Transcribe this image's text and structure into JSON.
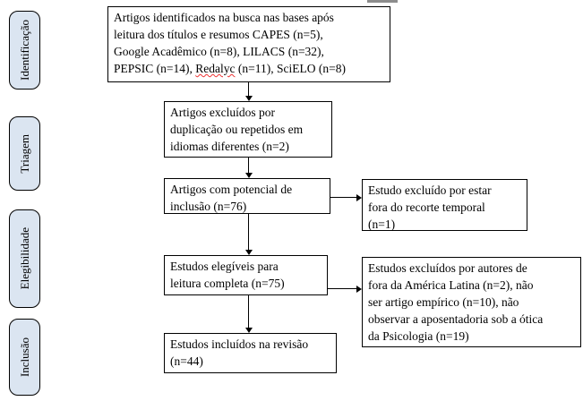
{
  "diagram": {
    "type": "prisma-flow",
    "stage_labels": [
      {
        "label": "Identificação"
      },
      {
        "label": "Triagem"
      },
      {
        "label": "Elegibilidade"
      },
      {
        "label": "Inclusão"
      }
    ],
    "boxes": {
      "identified": {
        "text_before": "Artigos identificados na busca nas bases após\nleitura dos títulos e resumos CAPES (n=5),\nGoogle Acadêmico (n=8), LILACS (n=32),\nPEPSIC (n=14), ",
        "misspelled_word": "Redalyc",
        "text_after": " (n=11), SciELO (n=8)"
      },
      "duplicates_excluded": "Artigos excluídos por\nduplicação ou repetidos em\nidiomas diferentes (n=2)",
      "potential_inclusion": "Artigos com potencial de\ninclusão (n=76)",
      "excluded_temporal": "Estudo excluído por estar\nfora do recorte temporal\n(n=1)",
      "eligible": "Estudos elegíveis para\nleitura completa (n=75)",
      "excluded_other": "Estudos excluídos por autores de\nfora da América Latina (n=2), não\nser artigo empírico (n=10), não\nobservar a aposentadoria sob a ótica\nda Psicologia (n=19)",
      "included": "Estudos incluídos na revisão\n(n=44)"
    },
    "colors": {
      "stage_fill": "#dbe5f1",
      "box_border": "#000000",
      "arrow": "#000000",
      "spellcheck_squiggle": "#ee3333"
    }
  }
}
